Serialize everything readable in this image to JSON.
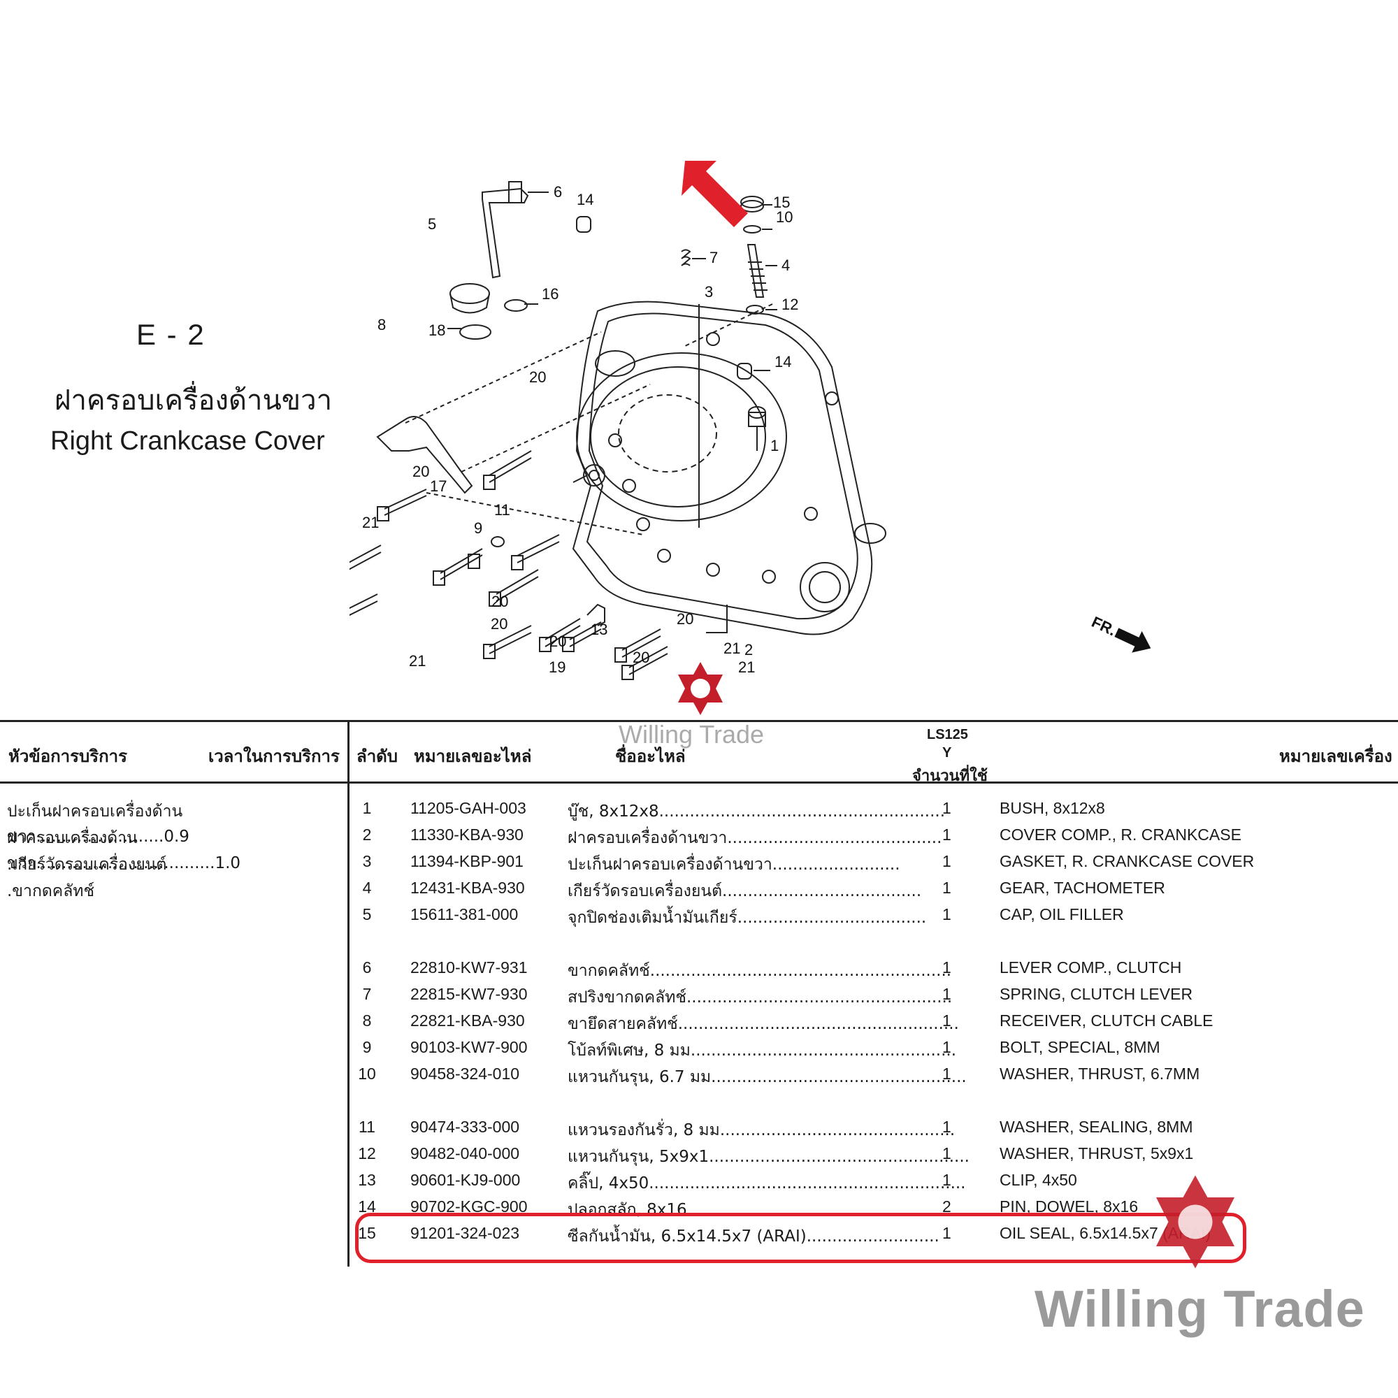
{
  "section": {
    "code": "E - 2",
    "title_th": "ฝาครอบเครื่องด้านขวา",
    "title_en": "Right Crankcase Cover"
  },
  "diagram": {
    "callouts": [
      "1",
      "2",
      "3",
      "4",
      "5",
      "6",
      "7",
      "8",
      "9",
      "10",
      "11",
      "12",
      "13",
      "14",
      "14",
      "15",
      "16",
      "17",
      "18",
      "19",
      "20",
      "20",
      "20",
      "20",
      "20",
      "20",
      "20",
      "21",
      "21",
      "21",
      "21"
    ],
    "direction_label": "FR."
  },
  "table": {
    "headers": {
      "service_topic": "หัวข้อการบริการ",
      "service_time": "เวลาในการบริการ",
      "seq": "ลำดับ",
      "part_no": "หมายเลขอะไหล่",
      "part_name": "ชื่ออะไหล่",
      "model": "LS125",
      "model_variant": "Y",
      "qty": "จำนวนที่ใช้",
      "engine_no": "หมายเลขเครื่อง"
    },
    "service_items": [
      {
        "text": "ปะเก็นฝาครอบเครื่องด้านขวา.........................0.9"
      },
      {
        "text": "ฝาครอบเครื่องด้านขวา...................................1.0"
      },
      {
        "text": ".เกียร์วัดรอบเครื่องยนต์"
      },
      {
        "text": ".ขากดคลัทช์"
      }
    ],
    "rows": [
      {
        "no": "1",
        "part": "11205-GAH-003",
        "th": "บู๊ช, 8x12x8........................................................",
        "qty": "1",
        "en": "BUSH, 8x12x8"
      },
      {
        "no": "2",
        "part": "11330-KBA-930",
        "th": "ฝาครอบเครื่องด้านขวา..........................................",
        "qty": "1",
        "en": "COVER COMP., R. CRANKCASE"
      },
      {
        "no": "3",
        "part": "11394-KBP-901",
        "th": "ปะเก็นฝาครอบเครื่องด้านขวา.........................",
        "qty": "1",
        "en": "GASKET, R. CRANKCASE COVER"
      },
      {
        "no": "4",
        "part": "12431-KBA-930",
        "th": "เกียร์วัดรอบเครื่องยนต์.......................................",
        "qty": "1",
        "en": "GEAR, TACHOMETER"
      },
      {
        "no": "5",
        "part": "15611-381-000",
        "th": "จุกปิดช่องเติมน้ำมันเกียร์.....................................",
        "qty": "1",
        "en": "CAP, OIL FILLER"
      },
      {
        "no": "6",
        "part": "22810-KW7-931",
        "th": "ขากดคลัทช์...........................................................",
        "qty": "1",
        "en": "LEVER COMP., CLUTCH"
      },
      {
        "no": "7",
        "part": "22815-KW7-930",
        "th": "สปริงขากดคลัทช์....................................................",
        "qty": "1",
        "en": "SPRING, CLUTCH LEVER"
      },
      {
        "no": "8",
        "part": "22821-KBA-930",
        "th": "ขายึดสายคลัทช์.......................................................",
        "qty": "1",
        "en": "RECEIVER, CLUTCH CABLE"
      },
      {
        "no": "9",
        "part": "90103-KW7-900",
        "th": "โบ้ลท์พิเศษ, 8 มม....................................................",
        "qty": "1",
        "en": "BOLT, SPECIAL, 8MM"
      },
      {
        "no": "10",
        "part": "90458-324-010",
        "th": "แหวนกันรุน, 6.7 มม..................................................",
        "qty": "1",
        "en": "WASHER, THRUST, 6.7MM"
      },
      {
        "no": "11",
        "part": "90474-333-000",
        "th": "แหวนรองกันรั่ว, 8 มม..............................................",
        "qty": "1",
        "en": "WASHER, SEALING, 8MM"
      },
      {
        "no": "12",
        "part": "90482-040-000",
        "th": "แหวนกันรุน, 5x9x1...................................................",
        "qty": "1",
        "en": "WASHER, THRUST, 5x9x1"
      },
      {
        "no": "13",
        "part": "90601-KJ9-000",
        "th": "คลิ๊ป, 4x50..............................................................",
        "qty": "1",
        "en": "CLIP, 4x50"
      },
      {
        "no": "14",
        "part": "90702-KGC-900",
        "th": "ปลอกสลัก, 8x16",
        "qty": "2",
        "en": "PIN, DOWEL, 8x16"
      },
      {
        "no": "15",
        "part": "91201-324-023",
        "th": "ซีลกันน้ำมัน, 6.5x14.5x7 (ARAI)..........................",
        "qty": "1",
        "en": "OIL SEAL, 6.5x14.5x7 (ARAI)"
      }
    ]
  },
  "watermark": {
    "brand": "Willing Trade"
  },
  "colors": {
    "highlight": "#e0202a",
    "arrow": "#e0202a",
    "logo": "#c41e2a",
    "watermark": "#9a9a9a"
  }
}
